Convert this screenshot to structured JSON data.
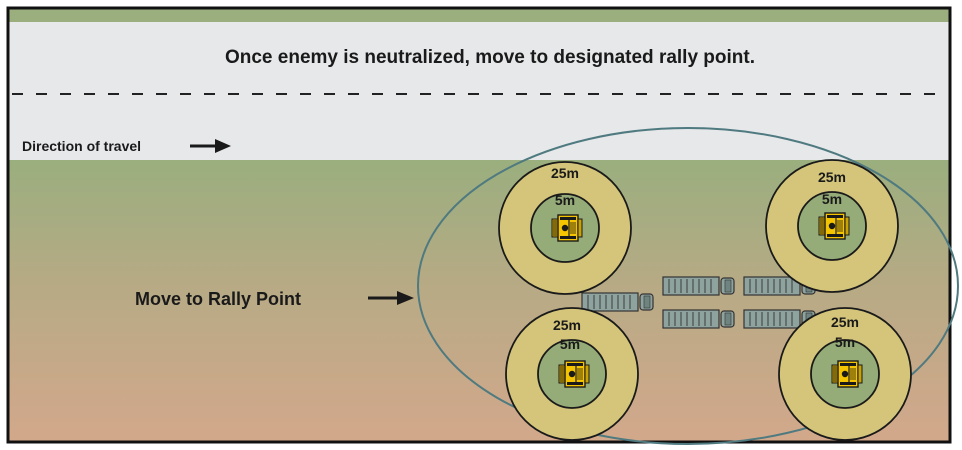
{
  "road": {
    "instruction": "Once enemy is neutralized, move to designated rally point.",
    "direction_label": "Direction of travel"
  },
  "field": {
    "move_label": "Move to Rally Point"
  },
  "radii": {
    "outer_label": "25m",
    "inner_label": "5m"
  },
  "colors": {
    "grass_top": "#9aae7e",
    "dirt_bottom": "#d3a88b",
    "road": "#e6e8ea",
    "outer_ring": "#d4c57a",
    "inner_ring": "#95ac78",
    "vehicle": "#f5c400",
    "truck": "#8ea39e",
    "rally_ellipse": "#4f7a80"
  }
}
